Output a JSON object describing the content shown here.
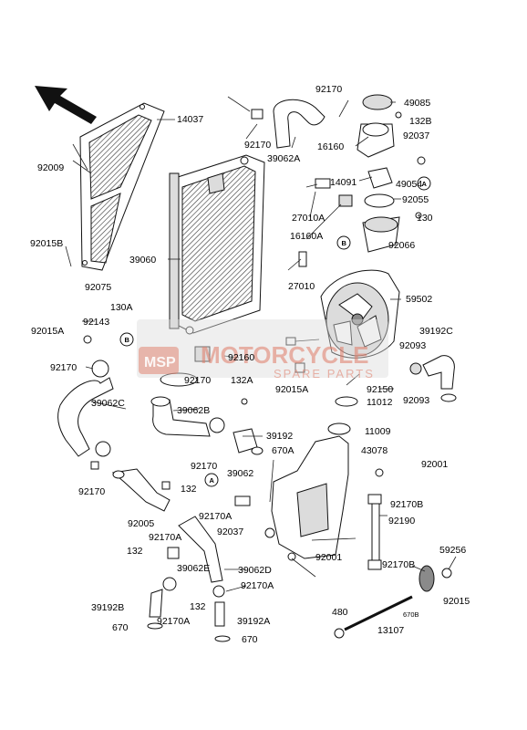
{
  "watermark": {
    "brand": "MOTORCYCLE",
    "sub": "SPARE PARTS",
    "logo": "MSP"
  },
  "ref_markers": {
    "a": "A",
    "b": "B"
  },
  "labels": {
    "p14037": "14037",
    "p92009": "92009",
    "p92015b": "92015B",
    "p92075": "92075",
    "p92015a_l": "92015A",
    "p130a": "130A",
    "p92143": "92143",
    "p92170_l": "92170",
    "p39062c": "39062C",
    "p92170_bl": "92170",
    "p39060": "39060",
    "p92160": "92160",
    "p92170_m": "92170",
    "p132a": "132A",
    "p39062b": "39062B",
    "p39192": "39192",
    "p670a": "670A",
    "p92170_m2": "92170",
    "p39062": "39062",
    "p132_m": "132",
    "p92005": "92005",
    "p92170a_m": "92170A",
    "p92170a_m2": "92170A",
    "p92037_m": "92037",
    "p132_l": "132",
    "p39062d": "39062D",
    "p39062e": "39062E",
    "p92170a_m3": "92170A",
    "p39192b": "39192B",
    "p92170a_l": "92170A",
    "p132_l2": "132",
    "p39192a": "39192A",
    "p670": "670",
    "p670_2": "670",
    "p92170_t": "92170",
    "p92170_t2": "92170",
    "p39062a": "39062A",
    "p49085": "49085",
    "p132b": "132B",
    "p16160": "16160",
    "p92037_r": "92037",
    "p14091": "14091",
    "p49054": "49054",
    "p27010a": "27010A",
    "p92055": "92055",
    "p130": "130",
    "p16160a": "16160A",
    "p92066": "92066",
    "p27010": "27010",
    "p59502": "59502",
    "p39192c": "39192C",
    "p92093": "92093",
    "p92093_2": "92093",
    "p92015a_m": "92015A",
    "p92150": "92150",
    "p11012": "11012",
    "p11009": "11009",
    "p43078": "43078",
    "p92001": "92001",
    "p92170b": "92170B",
    "p92190": "92190",
    "p92001_2": "92001",
    "p92170b_2": "92170B",
    "p59256": "59256",
    "p92015": "92015",
    "p480": "480",
    "p670b": "670B",
    "p13107": "13107"
  }
}
